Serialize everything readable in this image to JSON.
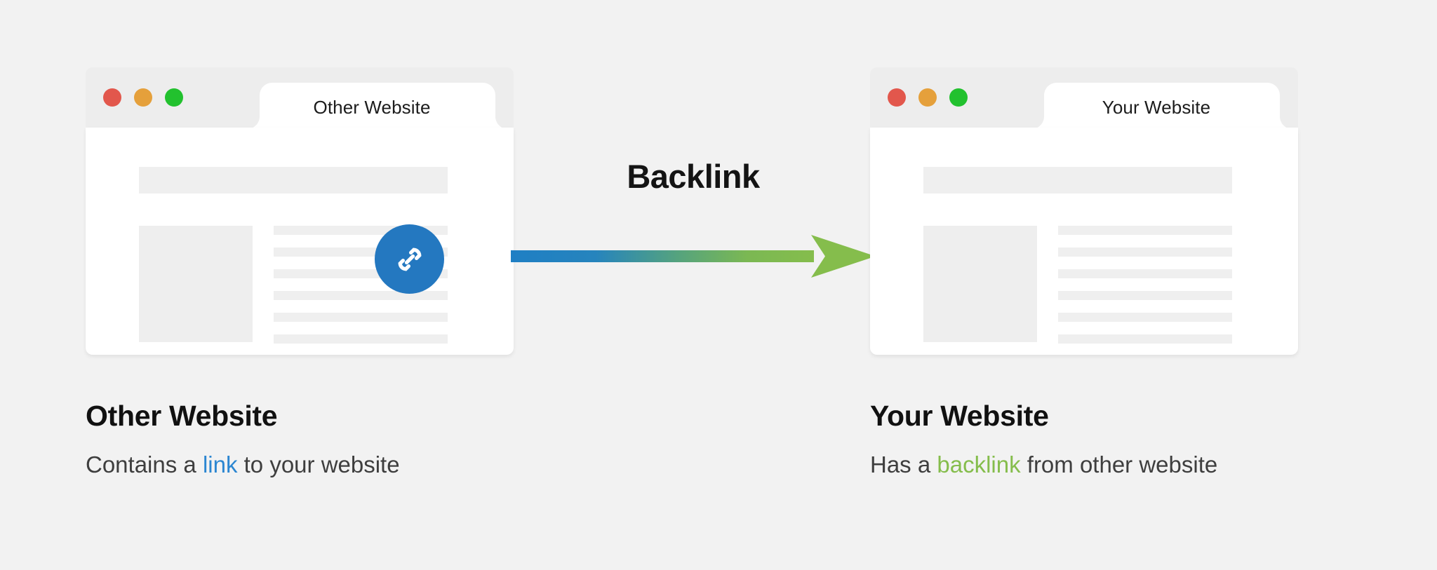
{
  "background_color": "#f2f2f2",
  "diagram": {
    "title": "Backlink",
    "arrow": {
      "name": "backlink-arrow",
      "gradient_start": "#1f7fc4",
      "gradient_end": "#85bd4c",
      "direction": "left-to-right"
    }
  },
  "windows": [
    {
      "id": "other-website",
      "tab_label": "Other Website",
      "traffic_lights": [
        {
          "name": "close-dot",
          "color": "#e2574c"
        },
        {
          "name": "minimize-dot",
          "color": "#e5a03b"
        },
        {
          "name": "maximize-dot",
          "color": "#22c12e"
        }
      ],
      "content": {
        "header_placeholder": true,
        "image_placeholder": true,
        "text_line_count": 6,
        "badge": {
          "name": "link-icon",
          "visible": true,
          "color": "#2478c0",
          "glyph": "chain-link"
        }
      }
    },
    {
      "id": "your-website",
      "tab_label": "Your Website",
      "traffic_lights": [
        {
          "name": "close-dot",
          "color": "#e2574c"
        },
        {
          "name": "minimize-dot",
          "color": "#e5a03b"
        },
        {
          "name": "maximize-dot",
          "color": "#22c12e"
        }
      ],
      "content": {
        "header_placeholder": true,
        "image_placeholder": true,
        "text_line_count": 6,
        "badge": {
          "name": "link-icon",
          "visible": false,
          "color": "#2478c0",
          "glyph": "chain-link"
        }
      }
    }
  ],
  "captions": [
    {
      "id": "other-website-caption",
      "title": "Other Website",
      "sub_prefix": "Contains a ",
      "sub_highlight": "link",
      "sub_suffix": " to your website",
      "highlight_color": "#2b86d1"
    },
    {
      "id": "your-website-caption",
      "title": "Your Website",
      "sub_prefix": "Has a ",
      "sub_highlight": "backlink",
      "sub_suffix": " from other website",
      "highlight_color": "#85bd4c"
    }
  ]
}
